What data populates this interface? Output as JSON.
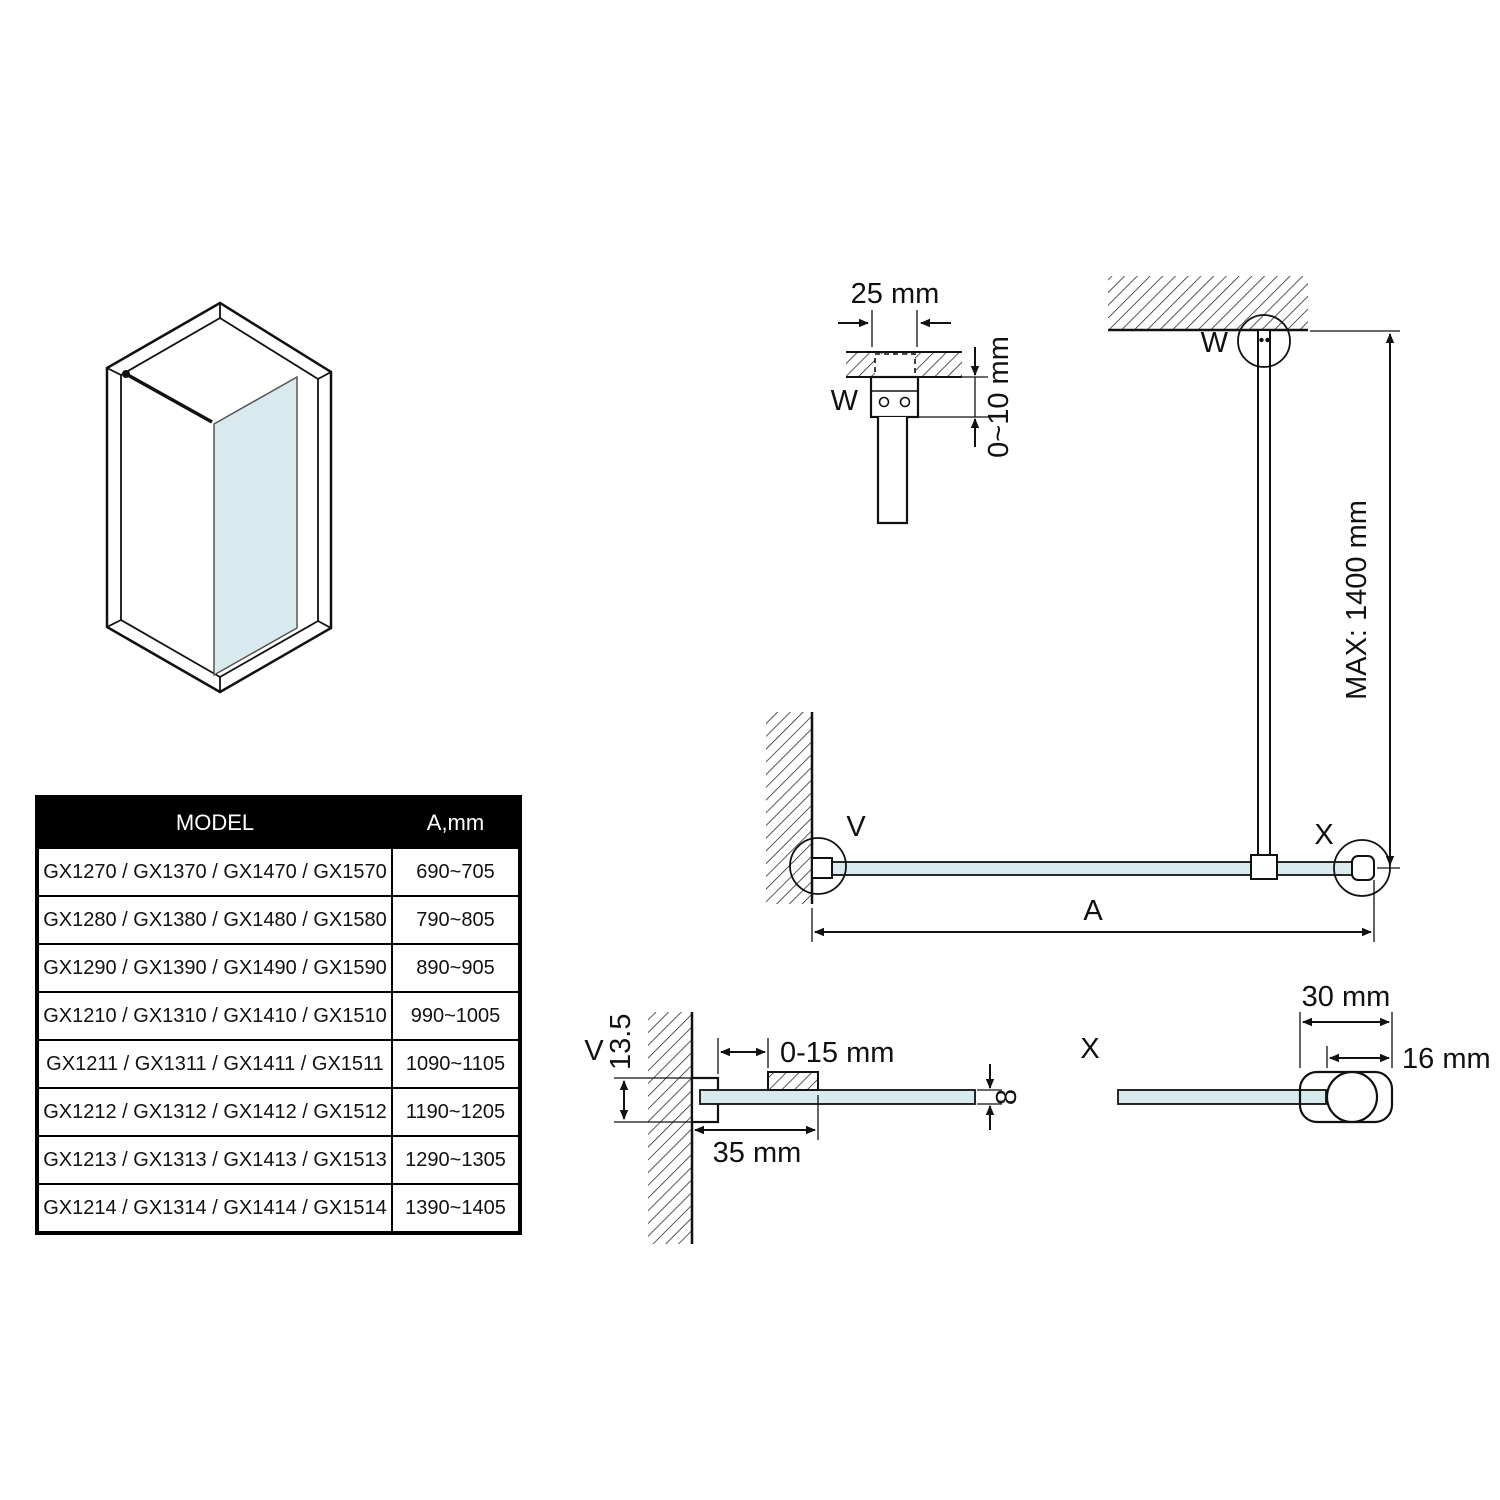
{
  "table": {
    "headers": {
      "model": "MODEL",
      "a": "A,mm"
    },
    "rows": [
      {
        "model": "GX1270 / GX1370 / GX1470 / GX1570",
        "a": "690~705"
      },
      {
        "model": "GX1280 / GX1380 / GX1480 / GX1580",
        "a": "790~805"
      },
      {
        "model": "GX1290 / GX1390 / GX1490 / GX1590",
        "a": "890~905"
      },
      {
        "model": "GX1210 / GX1310 / GX1410 / GX1510",
        "a": "990~1005"
      },
      {
        "model": "GX1211 / GX1311 / GX1411 / GX1511",
        "a": "1090~1105"
      },
      {
        "model": "GX1212 / GX1312 / GX1412 / GX1512",
        "a": "1190~1205"
      },
      {
        "model": "GX1213 / GX1313 / GX1413 / GX1513",
        "a": "1290~1305"
      },
      {
        "model": "GX1214 / GX1314 / GX1414 / GX1514",
        "a": "1390~1405"
      }
    ]
  },
  "diagram": {
    "detail_w": {
      "label": "W",
      "dim_width": "25 mm",
      "dim_gap": "0~10 mm"
    },
    "elevation": {
      "label_w": "W",
      "label_v": "V",
      "label_x": "X",
      "dim_a": "A",
      "dim_max": "MAX: 1400 mm"
    },
    "detail_v": {
      "label": "V",
      "dim_depth": "13.5",
      "dim_adjust": "0-15 mm",
      "dim_profile": "35 mm",
      "dim_glass": "8"
    },
    "detail_x": {
      "label": "X",
      "dim_width": "30 mm",
      "dim_height": "16 mm"
    },
    "colors": {
      "glass": "#d9eaee",
      "line": "#111111"
    }
  }
}
